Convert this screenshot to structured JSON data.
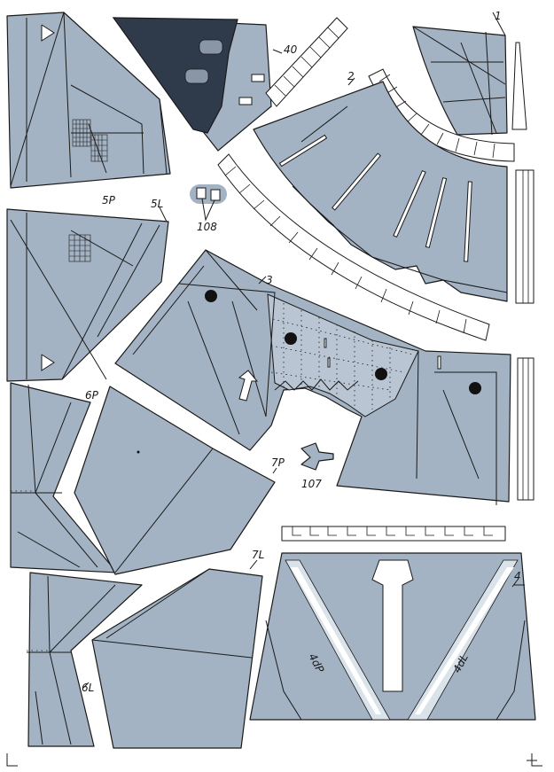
{
  "sheet": {
    "part_labels": {
      "p1": "1",
      "p2": "2",
      "p3": "3",
      "p4": "4",
      "p5P": "5P",
      "p5L": "5L",
      "p6P": "6P",
      "p6L": "6L",
      "p7P": "7P",
      "p7L": "7L",
      "p40": "40",
      "p107": "107",
      "p108": "108",
      "p4dP": "4dP",
      "p4dL": "4dL"
    },
    "colors": {
      "part_fill": "#a3b3c3",
      "dark_fill": "#2f3a4a",
      "outline": "#1a1a1a"
    }
  }
}
